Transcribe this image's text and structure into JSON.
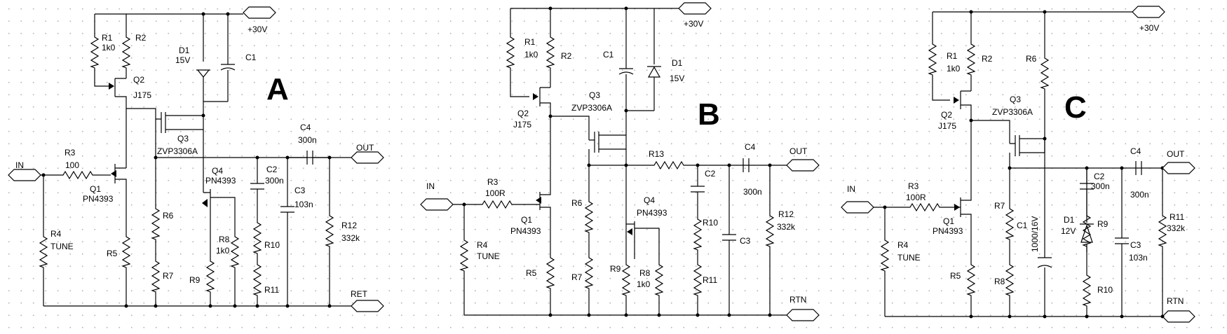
{
  "panels": {
    "A": {
      "title": "A",
      "labels": {
        "vplus": "+30V",
        "in": "IN",
        "out": "OUT",
        "ret": "RET",
        "r1": "R1",
        "r1v": "1k0",
        "r2": "R2",
        "q2": "Q2",
        "q2v": "J175",
        "d1": "D1",
        "d1v": "15V",
        "c1": "C1",
        "q3": "Q3",
        "q3v": "ZVP3306A",
        "r3": "R3",
        "r3v": "100",
        "q1": "Q1",
        "q1v": "PN4393",
        "q4": "Q4",
        "q4v": "PN4393",
        "c4": "C4",
        "c4v": "300n",
        "c2": "C2",
        "c2v": "300n",
        "c3": "C3",
        "c3v": "103n",
        "r4": "R4",
        "r4v": "TUNE",
        "r5": "R5",
        "r6": "R6",
        "r7": "R7",
        "r8": "R8",
        "r8v": "1k0",
        "r9": "R9",
        "r10": "R10",
        "r11": "R11",
        "r12": "R12",
        "r12v": "332k"
      }
    },
    "B": {
      "title": "B",
      "labels": {
        "vplus": "+30V",
        "in": "IN",
        "out": "OUT",
        "rtn": "RTN",
        "r1": "R1",
        "r1v": "1k0",
        "r2": "R2",
        "q2": "Q2",
        "q2v": "J175",
        "c1": "C1",
        "d1": "D1",
        "d1v": "15V",
        "q3": "Q3",
        "q3v": "ZVP3306A",
        "r13": "R13",
        "c4": "C4",
        "c4v": "300n",
        "c2": "C2",
        "c3": "C3",
        "r3": "R3",
        "r3v": "100R",
        "q1": "Q1",
        "q1v": "PN4393",
        "q4": "Q4",
        "q4v": "PN4393",
        "r4": "R4",
        "r4v": "TUNE",
        "r5": "R5",
        "r6": "R6",
        "r7": "R7",
        "r8": "R8",
        "r8v": "1k0",
        "r9": "R9",
        "r10": "R10",
        "r11": "R11",
        "r12": "R12",
        "r12v": "332k"
      }
    },
    "C": {
      "title": "C",
      "labels": {
        "vplus": "+30V",
        "in": "IN",
        "out": "OUT",
        "rtn": "RTN",
        "r1": "R1",
        "r1v": "1k0",
        "r2": "R2",
        "q2": "Q2",
        "q2v": "J175",
        "r6": "R6",
        "q3": "Q3",
        "q3v": "ZVP3306A",
        "c4": "C4",
        "c4v": "300n",
        "c2": "C2",
        "c2v": "300n",
        "r3": "R3",
        "r3v": "100R",
        "q1": "Q1",
        "q1v": "PN4393",
        "r4": "R4",
        "r4v": "TUNE",
        "r5": "R5",
        "r7": "R7",
        "r8": "R8",
        "c1": "C1",
        "c1v": "1000/16V",
        "d1": "D1",
        "d1v": "12V",
        "r9": "R9",
        "r10": "R10",
        "c3": "C3",
        "c3v": "103n",
        "r11": "R11",
        "r11v": "332k"
      }
    }
  }
}
